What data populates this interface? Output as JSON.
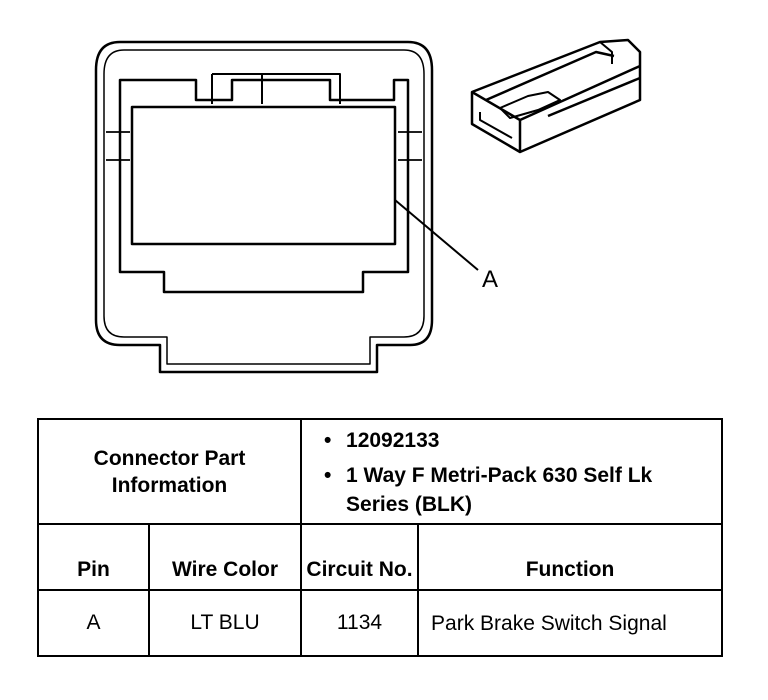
{
  "diagram": {
    "callout_label": "A"
  },
  "table": {
    "part_info_label": "Connector Part Information",
    "part_numbers": [
      "12092133",
      "1 Way F Metri-Pack 630 Self Lk Series (BLK)"
    ],
    "bullet_glyph": "•",
    "headers": {
      "pin": "Pin",
      "wire_color": "Wire Color",
      "circuit_no": "Circuit No.",
      "function": "Function"
    },
    "rows": [
      {
        "pin": "A",
        "wire_color": "LT BLU",
        "circuit": "1134",
        "function": "Park Brake Switch Signal"
      }
    ]
  }
}
